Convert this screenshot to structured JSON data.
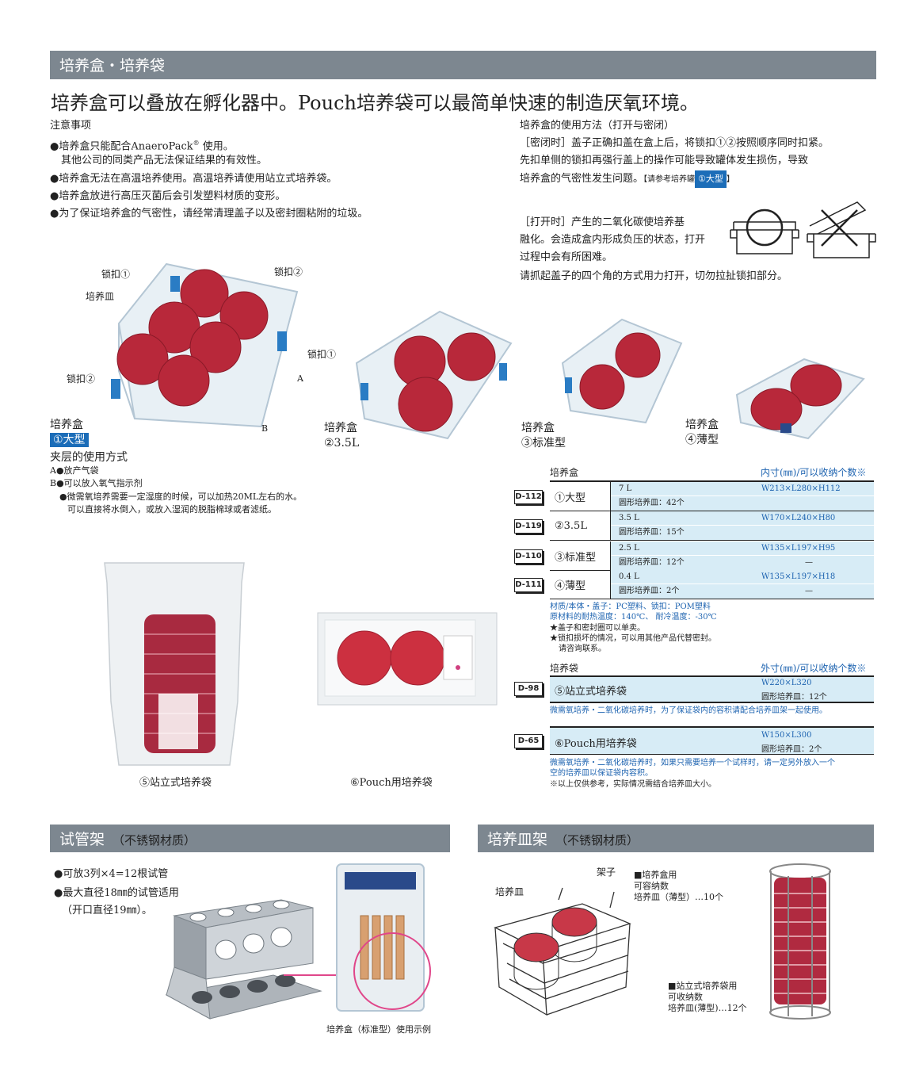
{
  "section1": {
    "title": "培养盒・培养袋"
  },
  "headline": "培养盒可以叠放在孵化器中。Pouch培养袋可以最简单快速的制造厌氧环境。",
  "notes": {
    "title": "注意事项",
    "l1": "●培养盒只能配合AnaeroPack",
    "l1b": "®",
    "l1c": " 使用。",
    "l2": "其他公司的同类产品无法保证结果的有效性。",
    "l3": "●培养盒无法在高温培养使用。高温培养请使用站立式培养袋。",
    "l4": "●培养盒放进行高压灭菌后会引发塑料材质的变形。",
    "l5": "●为了保证培养盒的气密性，请经常清理盖子以及密封圈粘附的垃圾。"
  },
  "usage": {
    "title": "培养盒的使用方法（打开与密闭）",
    "c1": "［密闭时］盖子正确扣盖在盒上后，将锁扣①②按照顺序同时扣紧。",
    "c2": "先扣单侧的锁扣再强行盖上的操作可能导致罐体发生损伤，导致",
    "c3": "培养盒的气密性发生问题。",
    "ref_pre": "【请参考培养罐",
    "ref_badge": "①大型",
    "ref_post": "】",
    "o1": "［打开时］产生的二氧化碳使培养基",
    "o2": "融化。会造成盒内形成负压的状态，打开",
    "o3": "过程中会有所困难。",
    "o4": "请抓起盖子的四个角的方式用力打开，切勿拉扯锁扣部分。"
  },
  "fig1": {
    "lock1": "锁扣①",
    "lock2": "锁扣②",
    "dish": "培养皿",
    "lock1b": "锁扣①",
    "lock2b": "锁扣②",
    "A": "A",
    "B": "B",
    "cap1": "培养盒",
    "cap1b": "①大型",
    "layer_title": "夹层的使用方式",
    "la": "A●放产气袋",
    "lb": "B●可以放入氧气指示剂",
    "lc": "●微需氧培养需要一定湿度的时候，可以加热20ML左右的水。",
    "ld": "可以直接将水倒入，或放入湿润的脱脂棉球或者滤纸。"
  },
  "captions": {
    "c2a": "培养盒",
    "c2b": "②3.5L",
    "c3a": "培养盒",
    "c3b": "③标准型",
    "c4a": "培养盒",
    "c4b": "④薄型",
    "c5": "⑤站立式培养袋",
    "c6": "⑥Pouch用培养袋"
  },
  "box_table": {
    "head_left": "培养盒",
    "head_right": "内寸(㎜)/可以收纳个数※",
    "rows": [
      {
        "code": "D-112",
        "name": "①大型",
        "vol": "7 L",
        "dim": "W213×L280×H112",
        "dish": "圆形培养皿：42个",
        "dash": ""
      },
      {
        "code": "D-119",
        "name": "②3.5L",
        "vol": "3.5 L",
        "dim": "W170×L240×H80",
        "dish": "圆形培养皿：15个",
        "dash": ""
      },
      {
        "code": "D-110",
        "name": "③标准型",
        "vol": "2.5 L",
        "dim": "W135×L197×H95",
        "dish": "圆形培养皿：12个",
        "dash": "—"
      },
      {
        "code": "D-111",
        "name": "④薄型",
        "vol": "0.4 L",
        "dim": "W135×L197×H18",
        "dish": "圆形培养皿：2个",
        "dash": "—"
      }
    ],
    "m1": "材质/本体・盖子：PC塑料、锁扣：POM塑料",
    "m2": "原材料的耐热温度：140℃、 耐冷温度：-30℃",
    "n1": "★盖子和密封圈可以单卖。",
    "n2": "★锁扣损坏的情况，可以用其他产品代替密封。",
    "n3": "请咨询联系。"
  },
  "bag_table": {
    "head_left": "培养袋",
    "head_right": "外寸(㎜)/可以收纳个数※",
    "r1": {
      "code": "D-98",
      "name": "⑤站立式培养袋",
      "dim": "W220×L320",
      "dish": "圆形培养皿：12个"
    },
    "note1": "微需氧培养・二氧化碳培养时，为了保证袋内的容积请配合培养皿架一起使用。",
    "r2": {
      "code": "D-65",
      "name": "⑥Pouch用培养袋",
      "dim": "W150×L300",
      "dish": "圆形培养皿：2个"
    },
    "note2a": "微需氧培养・二氧化碳培养时，如果只需要培养一个试样时，请一定另外放入一个",
    "note2b": "空的培养皿以保证袋内容积。",
    "note3": "※以上仅供参考，实际情况需结合培养皿大小。"
  },
  "section2": {
    "title": "试管架",
    "sub": "（不锈钢材质）",
    "b1": "●可放3列×4=12根试管",
    "b2": "●最大直径18㎜的试管适用",
    "b3": "（开口直径19㎜）。",
    "cap": "培养盒（标准型）使用示例"
  },
  "section3": {
    "title": "培养皿架",
    "sub": "（不锈钢材质）",
    "dish": "培养皿",
    "rack": "架子",
    "a1": "■培养盒用",
    "a2": "可容纳数",
    "a3": "培养皿（薄型）…10个",
    "b1": "■站立式培养袋用",
    "b2": "可收纳数",
    "b3": "培养皿(薄型)…12个"
  }
}
